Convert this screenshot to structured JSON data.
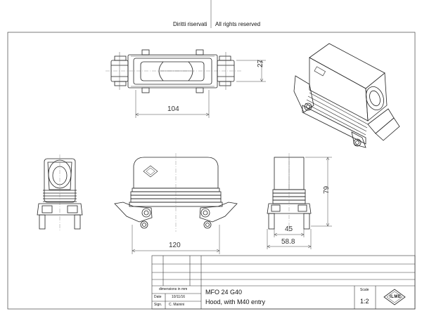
{
  "header": {
    "left": "Diritti riservati",
    "right": "All rights reserved"
  },
  "dimensions": {
    "top_height": "27",
    "top_width": "104",
    "side_height": "79",
    "side_inner_width": "45",
    "side_outer_width": "58.8",
    "front_width": "120"
  },
  "title_block": {
    "units_note": "dimensions in mm",
    "date_label": "Date",
    "date_value": "10/11/16",
    "sign_label": "Sign.",
    "sign_value": "C. Mainini",
    "part_code": "MFO 24 G40",
    "description": "Hood, with M40 entry",
    "scale_label": "Scale",
    "scale_value": "1:2",
    "logo_text": "ILME"
  }
}
